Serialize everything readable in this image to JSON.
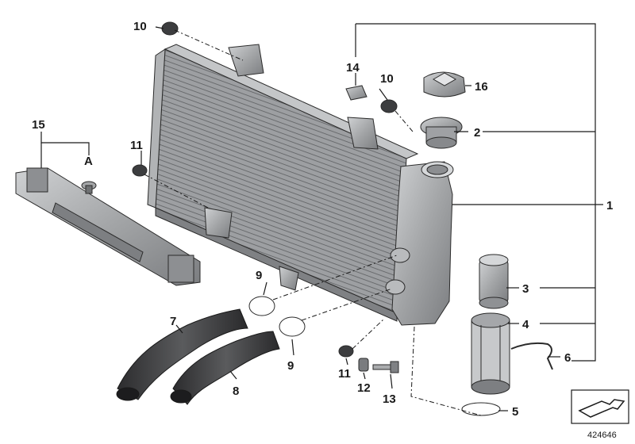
{
  "diagram": {
    "document_number": "424646",
    "labels": {
      "p1": "1",
      "p2": "2",
      "p3": "3",
      "p4": "4",
      "p5": "5",
      "p6": "6",
      "p7": "7",
      "p8": "8",
      "p9a": "9",
      "p9b": "9",
      "p10a": "10",
      "p10b": "10",
      "p11a": "11",
      "p11b": "11",
      "p12": "12",
      "p13": "13",
      "p14": "14",
      "p15": "15",
      "p16": "16",
      "pA": "A"
    },
    "colors": {
      "part_fill": "#a9abad",
      "part_dark": "#6f7173",
      "line": "#1a1a1a",
      "background": "#ffffff"
    }
  }
}
